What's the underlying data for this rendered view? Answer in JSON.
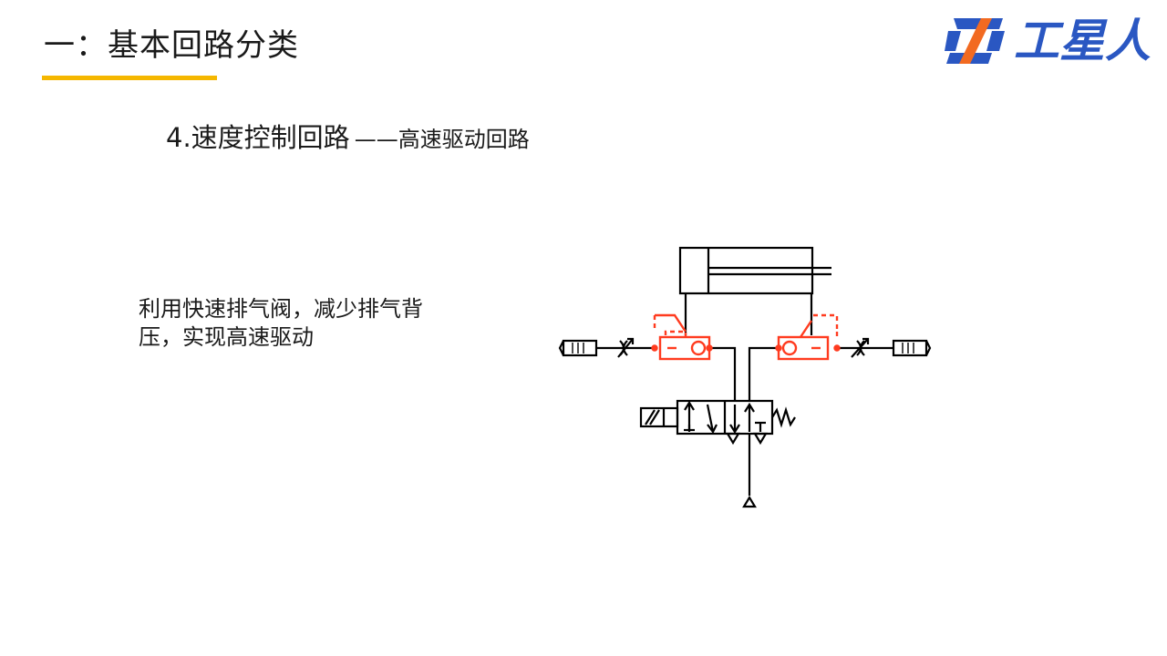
{
  "header": {
    "title": "一：基本回路分类",
    "accent_color": "#f5b700"
  },
  "logo": {
    "text": "工星人",
    "icon": "zg-brand-icon",
    "colors": {
      "blue": "#2a57c2",
      "orange": "#f26a21"
    }
  },
  "content": {
    "section_title": "4.速度控制回路",
    "section_subtitle": "——高速驱动回路",
    "description_line1": "利用快速排气阀，减少排气背",
    "description_line2": "压，实现高速驱动"
  },
  "diagram": {
    "highlight_color": "#ff3b1f",
    "line_color": "#000000",
    "components": [
      "double-acting-cylinder",
      "quick-exhaust-valve-left",
      "quick-exhaust-valve-right",
      "throttle-valve-left",
      "throttle-valve-right",
      "silencer-left",
      "silencer-right",
      "solenoid-directional-valve",
      "pressure-source"
    ]
  }
}
